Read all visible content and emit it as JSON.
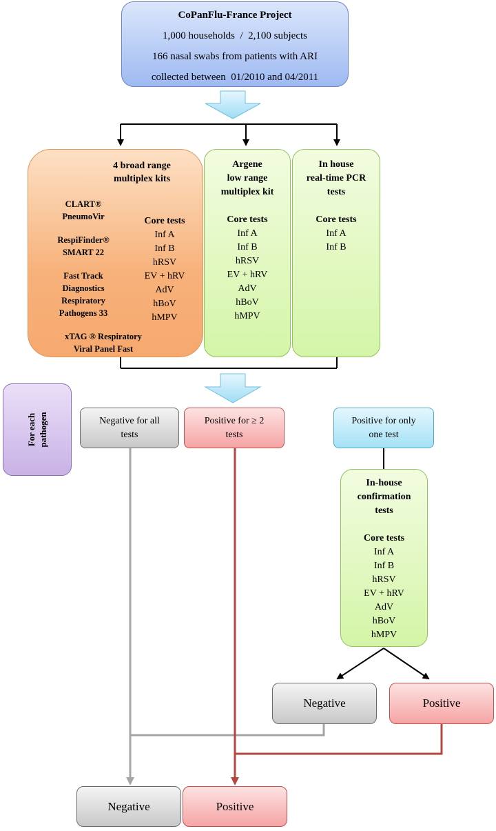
{
  "project": {
    "title": "CoPanFlu-France Project",
    "households": "1,000 households  /  2,100 subjects",
    "swabs": "166 nasal swabs from patients with ARI",
    "period": "collected between  01/2010 and 04/2011"
  },
  "broad_range": {
    "title_line1": "4 broad range",
    "title_line2": "multiplex kits",
    "kits": [
      [
        "CLART®",
        "PneumoVir"
      ],
      [
        "RespiFinder®",
        "SMART 22"
      ],
      [
        "Fast Track",
        "Diagnostics",
        "Respiratory",
        "Pathogens 33"
      ],
      [
        "xTAG ® Respiratory",
        "Viral Panel Fast"
      ]
    ],
    "core_title": "Core tests",
    "core_tests": [
      "Inf A",
      "Inf B",
      "hRSV",
      "EV + hRV",
      "AdV",
      "hBoV",
      "hMPV"
    ]
  },
  "argene": {
    "title_lines": [
      "Argene",
      "low range",
      "multiplex kit"
    ],
    "core_title": "Core tests",
    "core_tests": [
      "Inf A",
      "Inf B",
      "hRSV",
      "EV + hRV",
      "AdV",
      "hBoV",
      "hMPV"
    ]
  },
  "inhouse": {
    "title_lines": [
      "In house",
      "real-time PCR",
      "tests"
    ],
    "core_title": "Core tests",
    "core_tests": [
      "Inf A",
      "Inf B"
    ]
  },
  "for_each": [
    "For each",
    "pathogen"
  ],
  "results": {
    "negative_all": [
      "Negative for all",
      "tests"
    ],
    "positive_two": [
      "Positive for ≥ 2",
      "tests"
    ],
    "positive_one": [
      "Positive for only",
      "one test"
    ]
  },
  "confirmation": {
    "title_lines": [
      "In-house",
      "confirmation",
      "tests"
    ],
    "core_title": "Core tests",
    "core_tests": [
      "Inf A",
      "Inf B",
      "hRSV",
      "EV + hRV",
      "AdV",
      "hBoV",
      "hMPV"
    ]
  },
  "confirm_negative": "Negative",
  "confirm_positive": "Positive",
  "final_negative": "Negative",
  "final_positive": "Positive",
  "colors": {
    "gray_line": "#a6a6a6",
    "red_line": "#b5473f",
    "arrow_fill": "#bfe8fa"
  }
}
